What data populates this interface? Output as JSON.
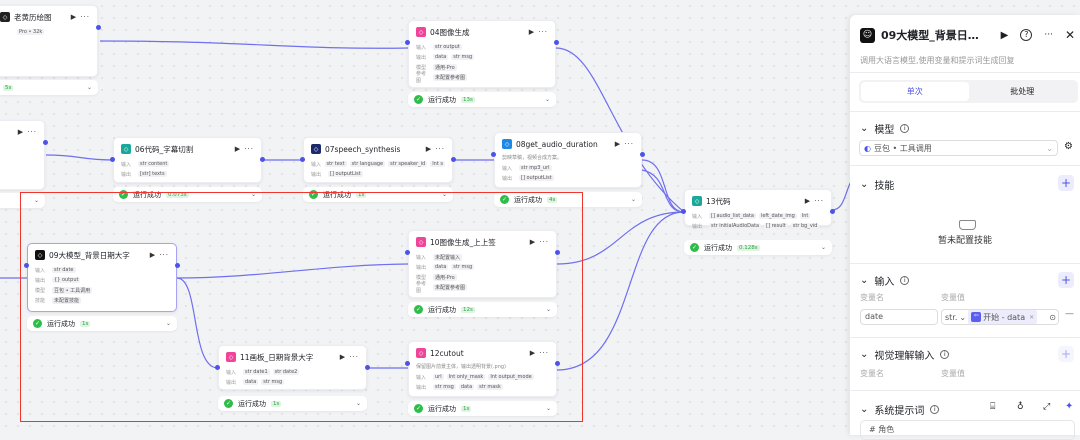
{
  "nodes": [
    {
      "id": "n-a",
      "title": "老黄历绘图",
      "icon": "llm-icon",
      "ic": "#222",
      "rows": [
        {
          "label": "",
          "chips": [
            "Pro • 32k"
          ]
        }
      ],
      "time": "5s",
      "status": ""
    },
    {
      "id": "n-b",
      "title": "",
      "icon": "",
      "ic": "#222",
      "rows": [],
      "time": "",
      "status": ""
    },
    {
      "id": "n06",
      "title": "06代码_字幕切割",
      "icon": "code-icon",
      "ic": "#1aa89b",
      "rows": [
        {
          "label": "输入",
          "chips": [
            "str content"
          ]
        },
        {
          "label": "输出",
          "chips": [
            "[str] texts"
          ]
        }
      ],
      "status": "运行成功",
      "time": "0.073s"
    },
    {
      "id": "n07",
      "title": "07speech_synthesis",
      "icon": "plugin-icon",
      "ic": "#1c2a6b",
      "rows": [
        {
          "label": "输入",
          "chips": [
            "str text",
            "str language",
            "str speaker_id",
            "Int s"
          ]
        },
        {
          "label": "输出",
          "chips": [
            "[] outputList"
          ]
        }
      ],
      "status": "运行成功",
      "time": "1s"
    },
    {
      "id": "n04",
      "title": "04图像生成",
      "icon": "image-icon",
      "ic": "#f0449a",
      "rows": [
        {
          "label": "输入",
          "chips": [
            "str output"
          ]
        },
        {
          "label": "输出",
          "chips": [
            "data",
            "str msg"
          ]
        },
        {
          "label": "模型",
          "chips": [
            "通用-Pro"
          ]
        },
        {
          "label": "参考图",
          "chips": [
            "未配置参考图"
          ]
        }
      ],
      "status": "运行成功",
      "time": "13s"
    },
    {
      "id": "n08",
      "title": "08get_audio_duration",
      "icon": "plugin-icon",
      "ic": "#1e88e5",
      "desc": "剪映草稿，视频合成方案。",
      "rows": [
        {
          "label": "输入",
          "chips": [
            "str mp3_url"
          ]
        },
        {
          "label": "输出",
          "chips": [
            "[] outputList"
          ]
        }
      ],
      "status": "运行成功",
      "time": "4s"
    },
    {
      "id": "n13",
      "title": "13代码",
      "icon": "code-icon",
      "ic": "#1aa89b",
      "rows": [
        {
          "label": "输入",
          "chips": [
            "[] audio_list_data",
            "left_date_img",
            "Int"
          ]
        },
        {
          "label": "输出",
          "chips": [
            "str initialAudioData",
            "[] result",
            "str bg_vid"
          ]
        }
      ],
      "status": "运行成功",
      "time": "0.128s"
    },
    {
      "id": "n09",
      "title": "09大模型_背景日期大字",
      "icon": "llm-icon",
      "ic": "#111",
      "rows": [
        {
          "label": "输入",
          "chips": [
            "str date"
          ]
        },
        {
          "label": "输出",
          "chips": [
            "{} output"
          ]
        },
        {
          "label": "模型",
          "chips": [
            "豆包 • 工具调用"
          ]
        },
        {
          "label": "技能",
          "chips": [
            "未配置技能"
          ]
        }
      ],
      "status": "运行成功",
      "time": "1s"
    },
    {
      "id": "n10",
      "title": "10图像生成_上上签",
      "icon": "image-icon",
      "ic": "#f0449a",
      "rows": [
        {
          "label": "输入",
          "chips": [
            "未配置输入"
          ]
        },
        {
          "label": "输出",
          "chips": [
            "data",
            "str msg"
          ]
        },
        {
          "label": "模型",
          "chips": [
            "通用-Pro"
          ]
        },
        {
          "label": "参考图",
          "chips": [
            "未配置参考图"
          ]
        }
      ],
      "status": "运行成功",
      "time": "12s"
    },
    {
      "id": "n11",
      "title": "11画板_日期背景大字",
      "icon": "canvas-icon",
      "ic": "#f0449a",
      "rows": [
        {
          "label": "输入",
          "chips": [
            "str date1",
            "str date2"
          ]
        },
        {
          "label": "输出",
          "chips": [
            "data",
            "str msg"
          ]
        }
      ],
      "status": "运行成功",
      "time": "1s"
    },
    {
      "id": "n12",
      "title": "12cutout",
      "icon": "cutout-icon",
      "ic": "#f0449a",
      "desc": "保留图片前景主体，输出透明背景(.png)",
      "rows": [
        {
          "label": "输入",
          "chips": [
            "url",
            "Int only_mask",
            "Int output_mode"
          ]
        },
        {
          "label": "输出",
          "chips": [
            "str msg",
            "data",
            "str mask"
          ]
        }
      ],
      "status": "运行成功",
      "time": "1s"
    }
  ],
  "panel": {
    "title": "09大模型_背景日…",
    "description": "调用大语言模型,使用变量和提示词生成回复",
    "tabs": [
      "单次",
      "批处理"
    ],
    "active_tab": "单次",
    "model": {
      "label": "模型",
      "value": "豆包 • 工具调用"
    },
    "skills": {
      "label": "技能",
      "empty": "暂未配置技能"
    },
    "input": {
      "label": "输入",
      "col_name": "变量名",
      "col_value": "变量值",
      "var_name": "date",
      "type": "str.",
      "ref": "开始 - data"
    },
    "vision": {
      "label": "视觉理解输入",
      "col_name": "变量名",
      "col_value": "变量值"
    },
    "prompt": {
      "label": "系统提示词",
      "text": "# 角色"
    },
    "top_hint": "剪映草稿，视频合成方案。"
  },
  "colors": {
    "accent": "#4d53e8",
    "success": "#2fbd4a",
    "selection": "#f0342e"
  }
}
